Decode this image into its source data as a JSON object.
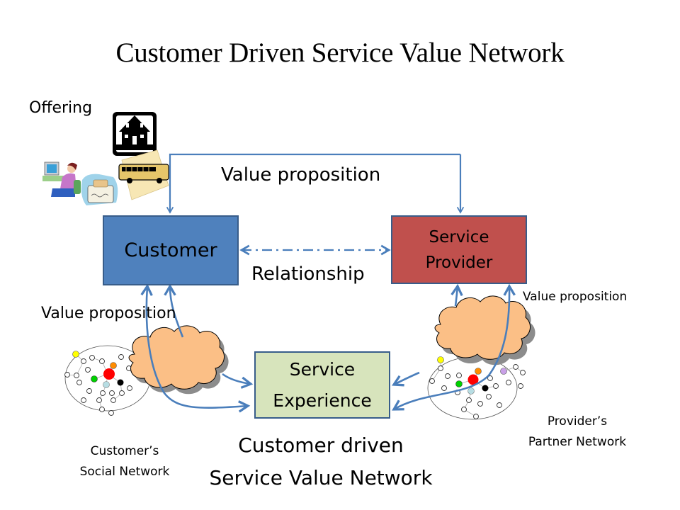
{
  "title": "Customer Driven Service Value Network",
  "offering": {
    "label": "Offering",
    "icons": [
      "house-icon",
      "office-worker-icon",
      "toaster-icon",
      "school-bus-icon"
    ]
  },
  "nodes": {
    "customer": {
      "label": "Customer",
      "color": "#4f81bd"
    },
    "service_provider": {
      "line1": "Service",
      "line2": "Provider",
      "color": "#c0504d"
    },
    "service_experience": {
      "line1": "Service",
      "line2": "Experience",
      "color": "#d7e4bc"
    }
  },
  "labels": {
    "value_proposition_top": "Value proposition",
    "value_proposition_left": "Value proposition",
    "value_proposition_right": "Value proposition",
    "relationship": "Relationship"
  },
  "networks": {
    "customer_social": {
      "line1": "Customer’s",
      "line2": "Social Network"
    },
    "provider_partner": {
      "line1": "Provider’s",
      "line2": "Partner Network"
    }
  },
  "caption": {
    "line1": "Customer driven",
    "line2": "Service Value Network"
  },
  "colors": {
    "arrow": "#4a7ebb",
    "box_border": "#385d8a",
    "cloud_fill": "#fbbf86",
    "cloud_shadow": "#8c8c8c"
  }
}
